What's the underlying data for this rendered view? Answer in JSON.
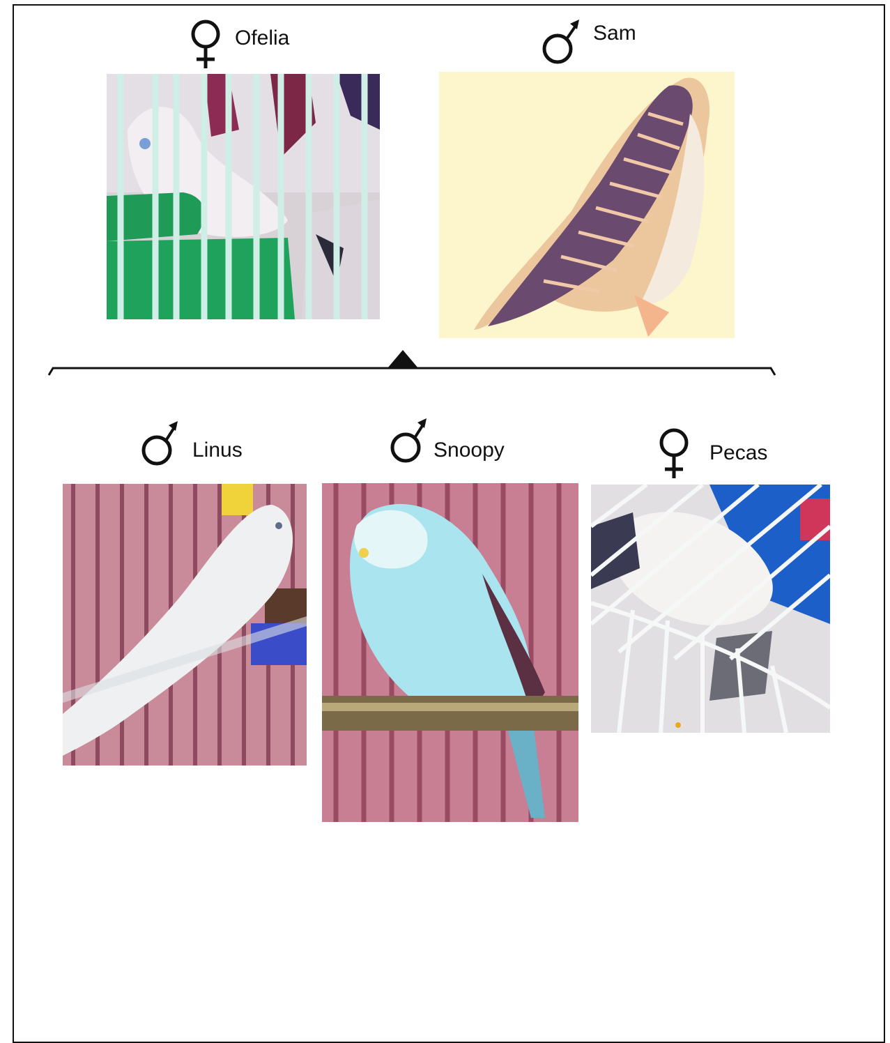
{
  "parents": [
    {
      "name": "Ofelia",
      "sex": "female",
      "symbol": "female-symbol-icon"
    },
    {
      "name": "Sam",
      "sex": "male",
      "symbol": "male-symbol-icon"
    }
  ],
  "offspring": [
    {
      "name": "Linus",
      "sex": "male",
      "symbol": "male-symbol-icon"
    },
    {
      "name": "Snoopy",
      "sex": "male",
      "symbol": "male-symbol-icon"
    },
    {
      "name": "Pecas",
      "sex": "female",
      "symbol": "female-symbol-icon"
    }
  ],
  "colors": {
    "line": "#111111",
    "cage_bars": "#cfeee6",
    "pink_background": "#c97f93",
    "cream_background": "#fdf6cc",
    "green_dish": "#1f9a57",
    "sky_blue_bird": "#a9e4ef"
  }
}
